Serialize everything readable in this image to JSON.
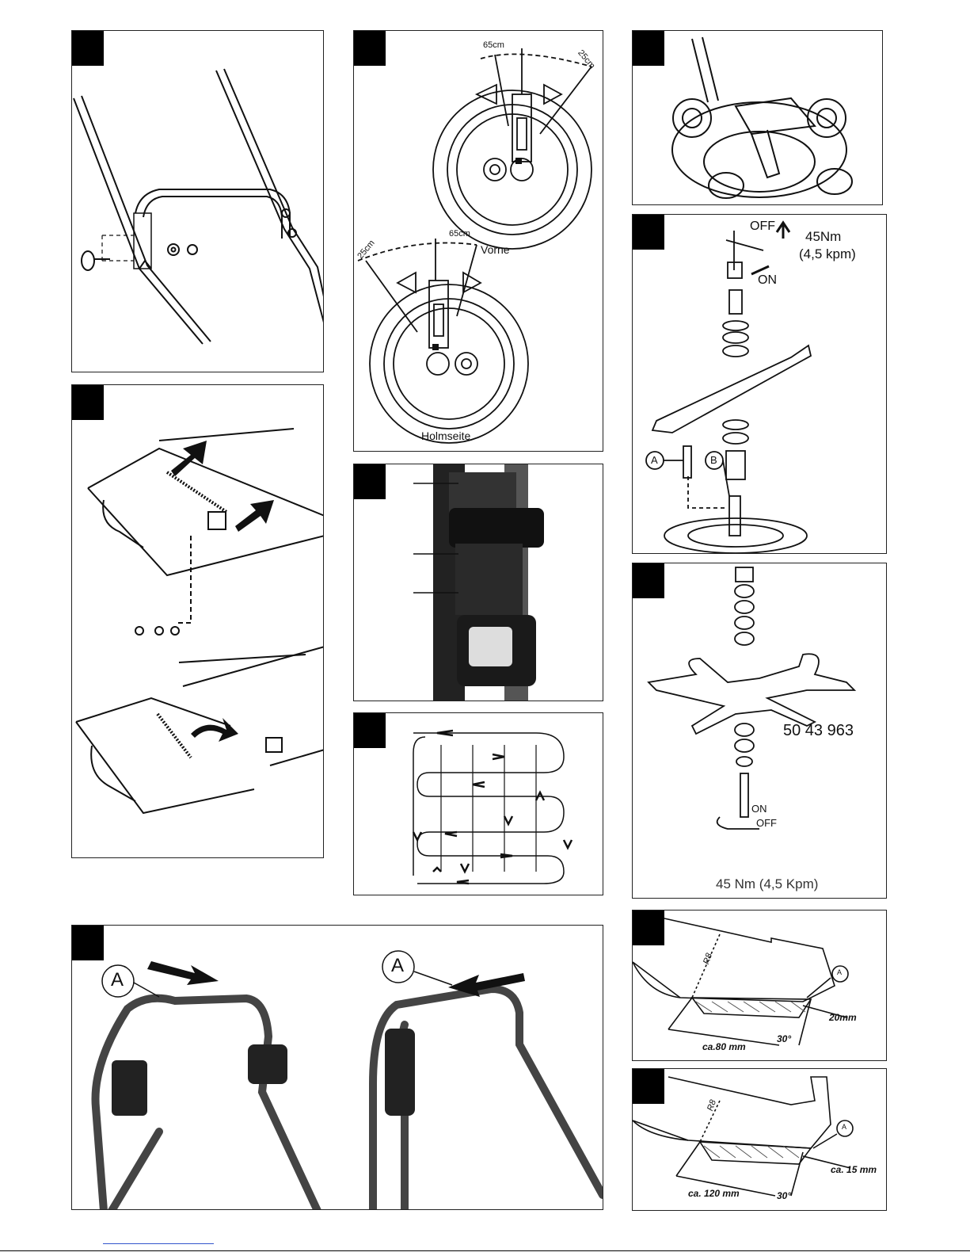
{
  "figures": {
    "fig_wheel": {
      "dim_left_top": "65cm",
      "dim_right_top": "25cm",
      "dim_left_bottom": "25cm",
      "dim_right_bottom": "65cm",
      "front_label": "Vorne",
      "handle_side_label": "Holmseite"
    },
    "fig_blade": {
      "off_label": "OFF",
      "on_label": "ON",
      "torque": "45Nm",
      "torque_kpm": "(4,5 kpm)",
      "part_a": "A",
      "part_b": "B"
    },
    "fig_star_blade": {
      "part_number": "50 43 963",
      "on_label": "ON",
      "off_label": "OFF",
      "torque": "45 Nm (4,5 Kpm)"
    },
    "fig_handle": {
      "marker_left": "A",
      "marker_right": "A"
    },
    "fig_sharpen_1": {
      "radius": "R8",
      "marker": "A",
      "width": "20mm",
      "length": "ca.80 mm",
      "angle": "30°"
    },
    "fig_sharpen_2": {
      "radius": "R8",
      "marker": "A",
      "width": "ca. 15 mm",
      "length": "ca. 120 mm",
      "angle": "30°"
    }
  }
}
